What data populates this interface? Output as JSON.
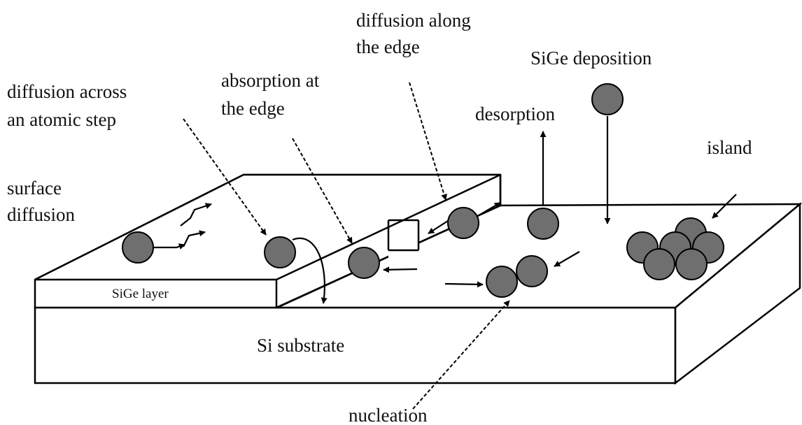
{
  "labels": {
    "diffusion_along_line1": "diffusion along",
    "diffusion_along_line2": "the edge",
    "sige_deposition": "SiGe deposition",
    "diffusion_across_line1": "diffusion across",
    "diffusion_across_line2": "an atomic step",
    "absorption_line1": "absorption at",
    "absorption_line2": "the edge",
    "desorption": "desorption",
    "island": "island",
    "surface_line1": "surface",
    "surface_line2": "diffusion",
    "sige_layer": "SiGe layer",
    "si_substrate": "Si substrate",
    "nucleation": "nucleation"
  },
  "colors": {
    "atom_fill": "#6f6f6f",
    "stroke": "#000000",
    "background": "#ffffff"
  }
}
